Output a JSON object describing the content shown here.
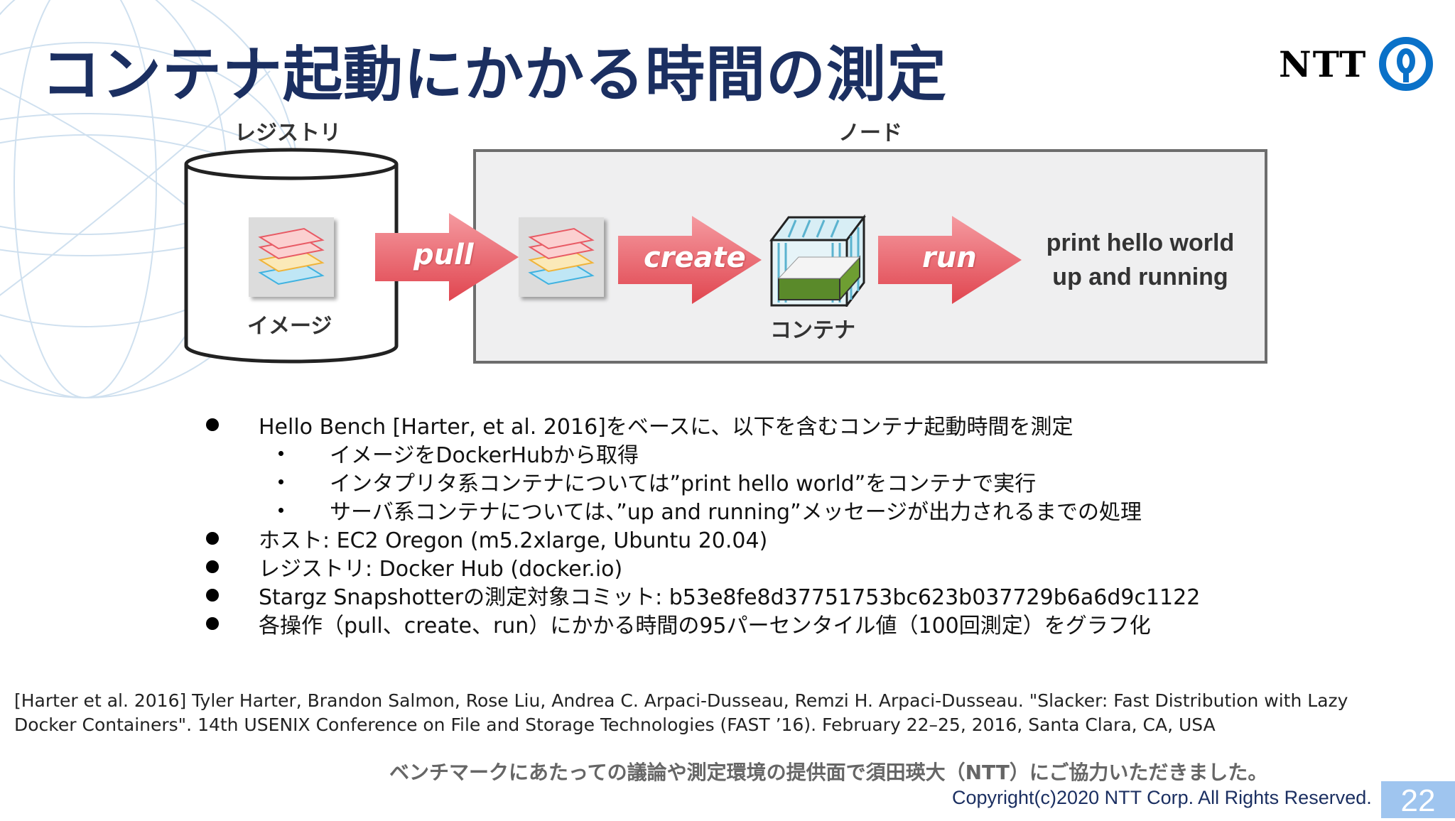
{
  "title": "コンテナ起動にかかる時間の測定",
  "logo": {
    "text": "NTT",
    "icon": "ntt-ring-logo-icon"
  },
  "diagram": {
    "registry_label": "レジストリ",
    "node_label": "ノード",
    "image_label": "イメージ",
    "container_label": "コンテナ",
    "arrows": [
      "pull",
      "create",
      "run"
    ],
    "output_line1": "print hello world",
    "output_line2": "up and running"
  },
  "bullets": [
    "Hello Bench [Harter, et al. 2016]をベースに、以下を含むコンテナ起動時間を測定",
    "ホスト: EC2 Oregon (m5.2xlarge, Ubuntu 20.04)",
    "レジストリ: Docker Hub (docker.io)",
    "Stargz Snapshotterの測定対象コミット: b53e8fe8d37751753bc623b037729b6a6d9c1122",
    "各操作（pull、create、run）にかかる時間の95パーセンタイル値（100回測定）をグラフ化"
  ],
  "sub_bullets": [
    "イメージをDockerHubから取得",
    "インタプリタ系コンテナについては”print hello world”をコンテナで実行",
    "サーバ系コンテナについては、”up and running”メッセージが出力されるまでの処理"
  ],
  "reference_line1": "[Harter et al. 2016] Tyler Harter, Brandon Salmon, Rose Liu, Andrea C. Arpaci-Dusseau, Remzi H. Arpaci-Dusseau. \"Slacker: Fast Distribution with Lazy",
  "reference_line2": "Docker Containers\". 14th USENIX Conference on File and Storage Technologies (FAST ’16). February 22–25, 2016, Santa Clara, CA, USA",
  "thanks": "ベンチマークにあたっての議論や測定環境の提供面で須田瑛大（NTT）にご協力いただきました。",
  "copyright": "Copyright(c)2020 NTT Corp. All Rights Reserved.",
  "page_number": "22",
  "colors": {
    "title": "#1b2f61",
    "arrow": "#e85a64",
    "page_badge": "#9fc5ef"
  }
}
